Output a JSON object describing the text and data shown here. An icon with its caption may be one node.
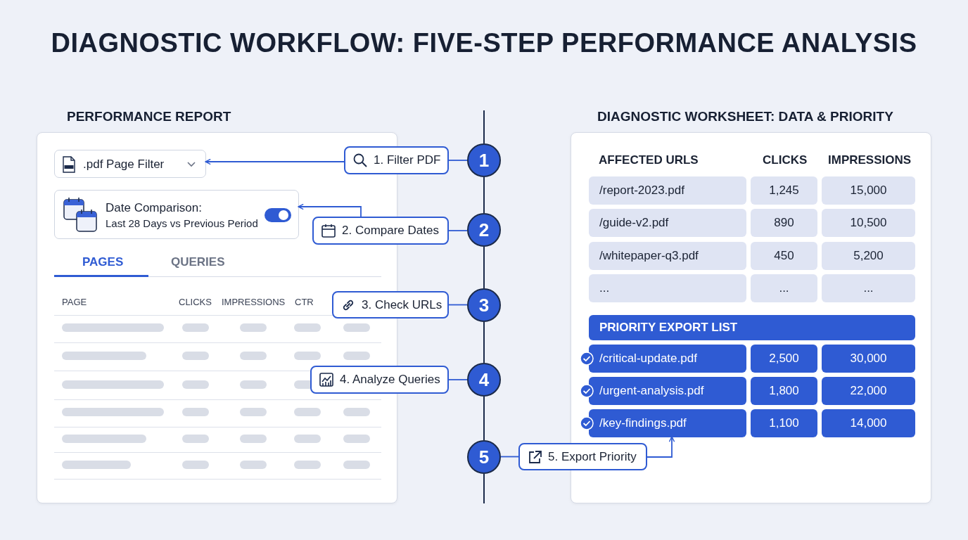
{
  "diagram": {
    "title": "DIAGNOSTIC WORKFLOW: FIVE-STEP PERFORMANCE ANALYSIS",
    "nodes": [
      {
        "text": [
          "PERFORMANCE REPORT"
        ]
      },
      {
        "text": [
          ".pdf Page Filter"
        ],
        "in": 0
      },
      {
        "text": [
          "Date Comparison:",
          "Last 28 Days vs Previous Period"
        ],
        "in": 0
      },
      {
        "text": [
          "1. Filter PDF"
        ]
      },
      {
        "text": [
          "2. Compare Dates"
        ]
      },
      {
        "text": [
          "3. Check URLs"
        ]
      },
      {
        "text": [
          "4. Analyze Queries"
        ]
      },
      {
        "text": [
          "5. Export Priority"
        ]
      },
      {
        "text": [
          "1"
        ]
      },
      {
        "text": [
          "2"
        ]
      },
      {
        "text": [
          "3"
        ]
      },
      {
        "text": [
          "4"
        ]
      },
      {
        "text": [
          "5"
        ]
      },
      {
        "text": [
          "DIAGNOSTIC WORKSHEET: DATA & PRIORITY"
        ]
      },
      {
        "text": [
          "PRIORITY EXPORT LIST"
        ],
        "in": 13
      }
    ],
    "edges": [
      {
        "from": 3,
        "to": 1,
        "arrow": "to"
      },
      {
        "from": 4,
        "to": 2,
        "arrow": "to"
      },
      {
        "from": 8,
        "to": 3,
        "arrow": "none"
      },
      {
        "from": 9,
        "to": 4,
        "arrow": "none"
      },
      {
        "from": 10,
        "to": 5,
        "arrow": "none"
      },
      {
        "from": 11,
        "to": 6,
        "arrow": "none"
      },
      {
        "from": 12,
        "to": 7,
        "arrow": "none"
      },
      {
        "from": 8,
        "to": 9,
        "arrow": "none",
        "color": "#1b2a4a"
      },
      {
        "from": 9,
        "to": 10,
        "arrow": "none",
        "color": "#1b2a4a"
      },
      {
        "from": 10,
        "to": 11,
        "arrow": "none",
        "color": "#1b2a4a"
      },
      {
        "from": 11,
        "to": 12,
        "arrow": "none",
        "color": "#1b2a4a"
      },
      {
        "from": 7,
        "to": 14,
        "arrow": "to"
      }
    ],
    "labels": [
      "PAGES",
      "QUERIES",
      "PAGE",
      "CLICKS",
      "IMPRESSIONS",
      "CTR",
      "AFFECTED URLS",
      "CLICKS",
      "IMPRESSIONS",
      "/report-2023.pdf",
      "1,245",
      "15,000",
      "/guide-v2.pdf",
      "890",
      "10,500",
      "/whitepaper-q3.pdf",
      "450",
      "5,200",
      "...",
      "...",
      "...",
      "/critical-update.pdf",
      "2,500",
      "30,000",
      "/urgent-analysis.pdf",
      "1,800",
      "22,000",
      "/key-findings.pdf",
      "1,100",
      "14,000"
    ]
  }
}
